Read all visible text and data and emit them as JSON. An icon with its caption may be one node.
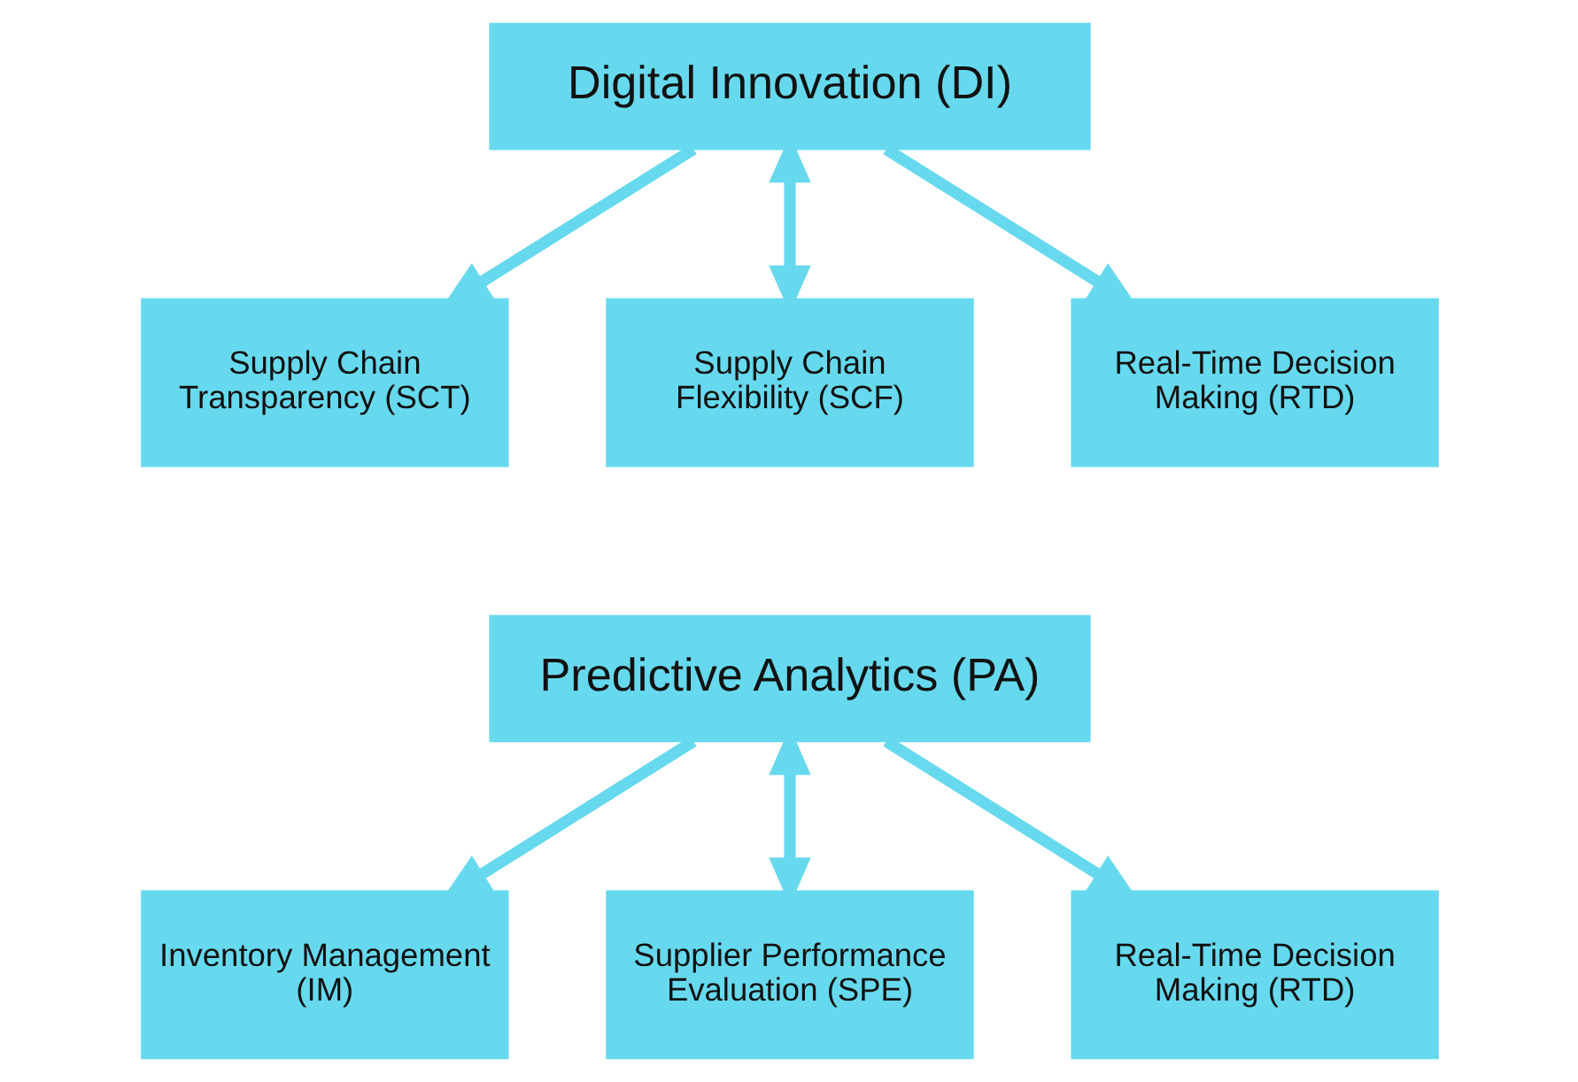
{
  "diagram": {
    "nodes": [
      {
        "text": [
          "Digital Innovation (DI)"
        ]
      },
      {
        "text": [
          "Supply Chain Transparency (SCT)"
        ]
      },
      {
        "text": [
          "Supply Chain Flexibility (SCF)"
        ]
      },
      {
        "text": [
          "Real-Time Decision Making (RTD)"
        ]
      },
      {
        "text": [
          "Predictive Analytics (PA)"
        ]
      },
      {
        "text": [
          "Inventory Management (IM)"
        ]
      },
      {
        "text": [
          "Supplier Performance Evaluation (SPE)"
        ]
      },
      {
        "text": [
          "Real-Time Decision Making (RTD)"
        ]
      }
    ],
    "edges": [
      {
        "from": 0,
        "to": 1,
        "arrow": "to"
      },
      {
        "from": 0,
        "to": 2,
        "arrow": "both"
      },
      {
        "from": 0,
        "to": 3,
        "arrow": "to"
      },
      {
        "from": 4,
        "to": 5,
        "arrow": "to"
      },
      {
        "from": 4,
        "to": 6,
        "arrow": "both"
      },
      {
        "from": 4,
        "to": 7,
        "arrow": "to"
      }
    ]
  }
}
